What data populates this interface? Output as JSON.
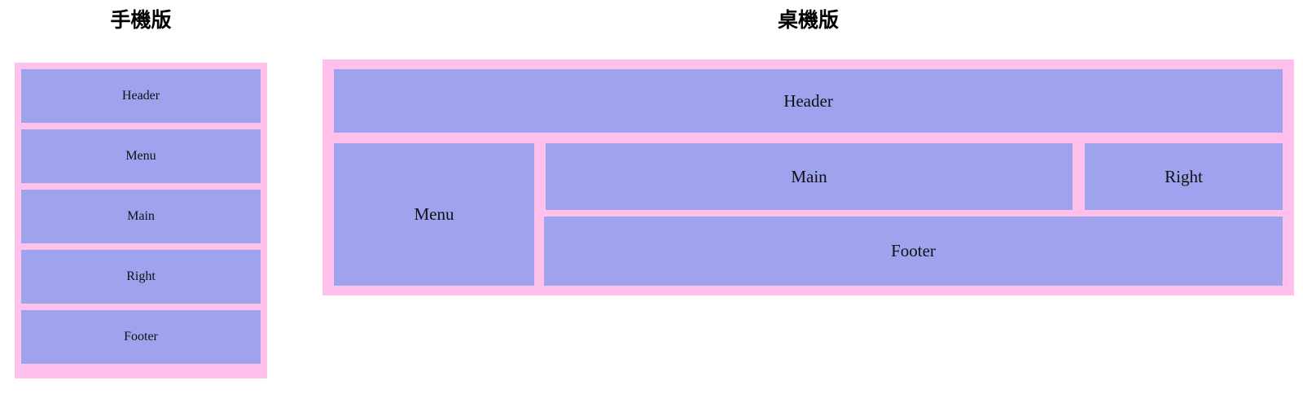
{
  "page": {
    "background_color": "#ffffff",
    "accent_pink": "#ffc0eb",
    "accent_purple": "#9fa3ee",
    "text_color": "#111111"
  },
  "mobile": {
    "title": "手機版",
    "blocks": [
      {
        "label": "Header"
      },
      {
        "label": "Menu"
      },
      {
        "label": "Main"
      },
      {
        "label": "Right"
      },
      {
        "label": "Footer"
      }
    ]
  },
  "desktop": {
    "title": "桌機版",
    "blocks": [
      {
        "label": "Header"
      },
      {
        "label": "Menu"
      },
      {
        "label": "Main"
      },
      {
        "label": "Right"
      },
      {
        "label": "Footer"
      }
    ]
  }
}
